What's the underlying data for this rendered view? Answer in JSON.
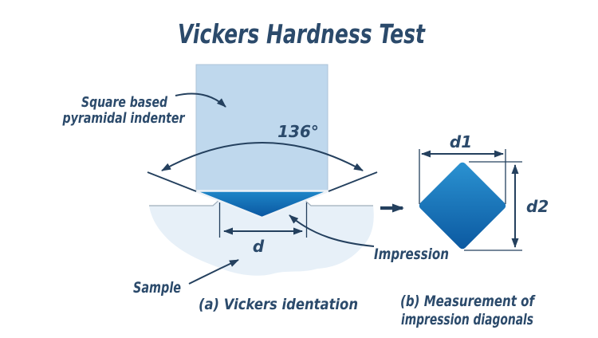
{
  "title": "Vickers Hardness Test",
  "colors": {
    "text": "#2B4A6B",
    "line": "#24405E",
    "indenter_fill": "#BFD8ED",
    "indenter_border": "#AEC3D8",
    "pyramid_gradient_top": "#1E86C8",
    "pyramid_gradient_bottom": "#0A56A0",
    "diamond_gradient_top": "#2B93D2",
    "diamond_gradient_bottom": "#0B58A0",
    "sample_fill": "#E7F0F8",
    "surface_line": "#9FAEBB"
  },
  "figure_a": {
    "indenter_label": {
      "line1": "Square based",
      "line2": "pyramidal indenter"
    },
    "angle_label": "136°",
    "diagonal_label": "d",
    "impression_label": "Impression",
    "sample_label": "Sample",
    "caption": "(a) Vickers identation"
  },
  "figure_b": {
    "d1_label": "d1",
    "d2_label": "d2",
    "caption": {
      "line1": "(b) Measurement of",
      "line2": "impression diagonals"
    }
  }
}
